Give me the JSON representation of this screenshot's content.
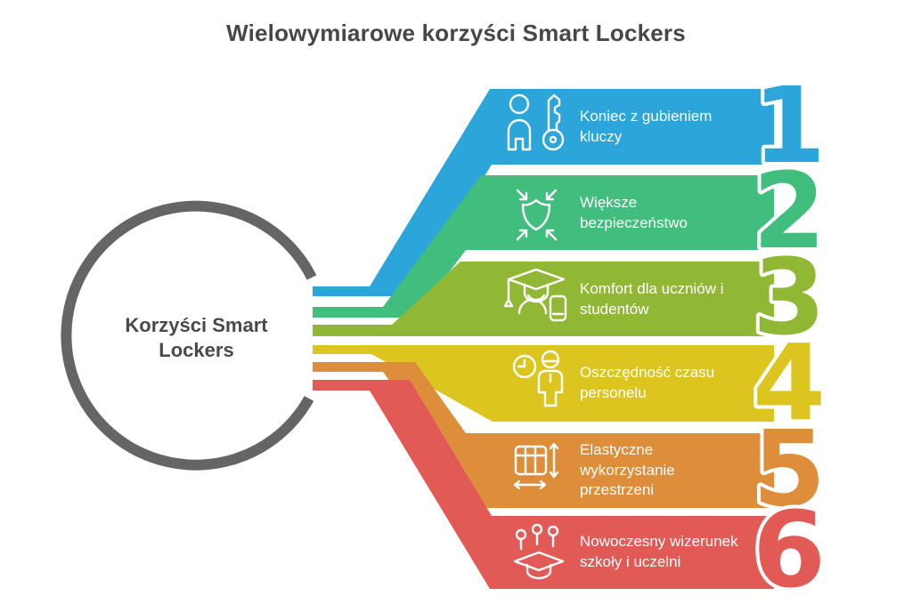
{
  "title": "Wielowymiarowe korzyści Smart Lockers",
  "center": {
    "label": "Korzyści Smart\nLockers"
  },
  "items": [
    {
      "number": "1",
      "label": "Koniec z gubieniem\nkluczy",
      "color": "#2CA6DA",
      "icon": "person-key-icon"
    },
    {
      "number": "2",
      "label": "Większe\nbezpieczeństwo",
      "color": "#41BD7E",
      "icon": "shield-arrows-icon"
    },
    {
      "number": "3",
      "label": "Komfort dla uczniów i\nstudentów",
      "color": "#91B834",
      "icon": "graduate-phone-icon"
    },
    {
      "number": "4",
      "label": "Oszczędność czasu\npersonelu",
      "color": "#DCC51E",
      "icon": "clock-person-icon"
    },
    {
      "number": "5",
      "label": "Elastyczne\nwykorzystanie\nprzestrzeni",
      "color": "#DE8D3A",
      "icon": "locker-resize-icon"
    },
    {
      "number": "6",
      "label": "Nowoczesny wizerunek\nszkoły i uczelni",
      "color": "#E25A55",
      "icon": "pins-graduation-icon"
    }
  ],
  "colors": {
    "ring": "#656565",
    "title_text": "#474747",
    "banner_text": "#FFFFFF"
  }
}
